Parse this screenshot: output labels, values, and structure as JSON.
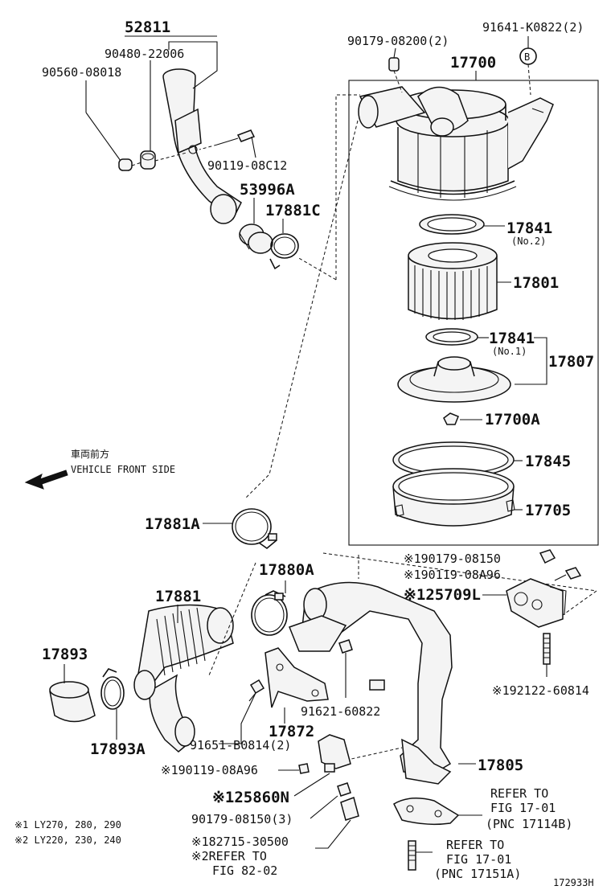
{
  "labels": {
    "l52811": "52811",
    "l90480": "90480-22006",
    "l90560": "90560-08018",
    "l90119c12": "90119-08C12",
    "l53996a": "53996A",
    "l17881c": "17881C",
    "l90179_08200": "90179-08200(2)",
    "l91641": "91641-K0822(2)",
    "l17700": "17700",
    "circleB": "B",
    "l17841a": "17841",
    "l17841a_sub": "(No.2)",
    "l17801": "17801",
    "l17841b": "17841",
    "l17841b_sub": "(No.1)",
    "l17807": "17807",
    "l17700a": "17700A",
    "l17845": "17845",
    "l17705": "17705",
    "front_jp": "車両前方",
    "front_en": "VEHICLE FRONT SIDE",
    "l17881a": "17881A",
    "l17880a": "17880A",
    "l17881": "17881",
    "l17893": "17893",
    "l17893a": "17893A",
    "l91651": "91651-B0814(2)",
    "l17872": "17872",
    "l91621": "91621-60822",
    "l90179_08150a": "※190179-08150",
    "l90119_08a96a": "※190119-08A96",
    "l25709l": "※125709L",
    "l92122": "※192122-60814",
    "l17805": "17805",
    "l90119_08a96b": "※190119-08A96",
    "l25860n": "※125860N",
    "l90179_08150b": "90179-08150(3)",
    "l82715": "※182715-30500",
    "l82715_ref": "※2REFER TO",
    "l82715_fig": "FIG 82-02",
    "ref1_a": "REFER TO",
    "ref1_b": "FIG 17-01",
    "ref1_c": "(PNC 17114B)",
    "ref2_a": "REFER TO",
    "ref2_b": "FIG 17-01",
    "ref2_c": "(PNC 17151A)",
    "note1": "※1 LY270, 280, 290",
    "note2": "※2 LY220, 230, 240",
    "fig_id": "172933H"
  }
}
